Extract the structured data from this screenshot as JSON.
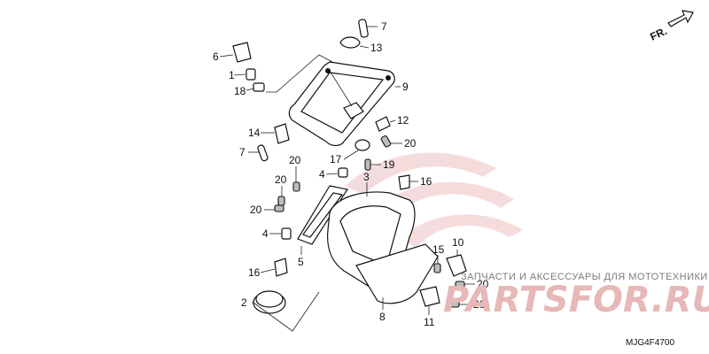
{
  "direction_label": "FR.",
  "diagram_code": "MJG4F4700",
  "watermark": {
    "tagline": "ЗАПЧАСТИ И АКСЕССУАРЫ ДЛЯ МОТОТЕХНИКИ",
    "logo": "PARTSFOR.RU"
  },
  "callouts": {
    "c6": "6",
    "c1": "1",
    "c18": "18",
    "c7a": "7",
    "c13": "13",
    "c9": "9",
    "c14": "14",
    "c7b": "7",
    "c12": "12",
    "c20a": "20",
    "c17": "17",
    "c19": "19",
    "c20b": "20",
    "c4a": "4",
    "c3": "3",
    "c16a": "16",
    "c20c": "20",
    "c20d": "20",
    "c4b": "4",
    "c5": "5",
    "c15": "15",
    "c10": "10",
    "c16b": "16",
    "c20e": "20",
    "c2": "2",
    "c8": "8",
    "c11": "11",
    "c20f": "20"
  }
}
